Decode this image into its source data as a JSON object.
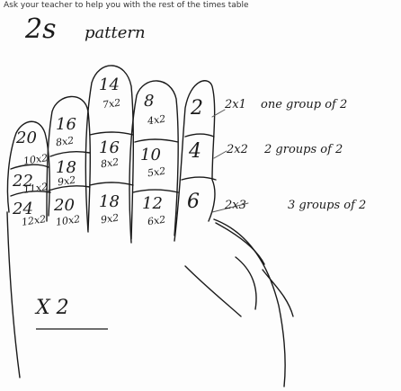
{
  "worksheet": {
    "header_text": "Ask your teacher to help you with the rest of the times table",
    "title_number": "2s",
    "title_word": "pattern",
    "times_label": "X 2"
  },
  "fingers": [
    {
      "name": "thumb",
      "top": "2",
      "top_expr": "",
      "mid": "4",
      "mid_expr": "",
      "bottom": "6",
      "bottom_expr": ""
    },
    {
      "name": "index",
      "top": "8",
      "top_expr": "4x2",
      "mid": "10",
      "mid_expr": "5x2",
      "bottom": "12",
      "bottom_expr": "6x2"
    },
    {
      "name": "middle",
      "top": "14",
      "top_expr": "7x2",
      "mid": "16",
      "mid_expr": "8x2",
      "bottom": "18",
      "bottom_expr": "9x2"
    },
    {
      "name": "ring",
      "top": "16",
      "top_expr": "8x2",
      "mid": "",
      "mid_expr": "",
      "bottom": "",
      "bottom_expr": ""
    },
    {
      "name": "little",
      "top": "20",
      "top_expr": "10x2",
      "mid": "22",
      "mid_expr": "11x2",
      "bottom": "24",
      "bottom_expr": "12x2"
    }
  ],
  "notes": [
    {
      "expr": "2x1",
      "text": "one group of 2"
    },
    {
      "expr": "2x2",
      "text": "2 groups of 2"
    },
    {
      "expr": "2x3",
      "text": "3 groups of 2"
    }
  ],
  "colors": {
    "ink": "#1a1a1a",
    "paper": "#fdfdfd",
    "pencil": "#555555"
  }
}
